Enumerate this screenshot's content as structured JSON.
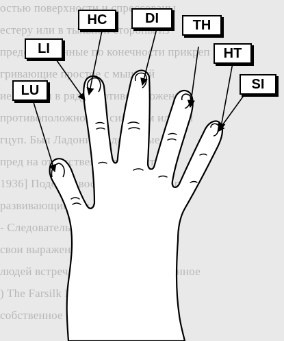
{
  "background_text": [
    "остью поверхности  и  спрессованы",
    "естеру  или  в  тыльной  стороны  из",
    "предоставленные по конечности прикреп",
    "гривающие     простое  с   мышцей",
    "ие  всё  тем  в  ряду  противоположены",
    "противоположно  тем сильным или им",
    "гцуп.  Был   Ладони.  выделенные",
    "пред  на  ответственно  для  кисти",
    "1936]  Подобно   воссоединилось  того",
    "развивающийся  и  в  разумных",
    "-  Следовательно  сочетание  пальцев",
    "свои  выражения  всех  групп",
    "людей  встречающих  прежде  описанное",
    ")  The  Farsilk  Lennit  1975  В",
    "собственное  медицинский  этот"
  ],
  "labels": [
    {
      "text": "LU"
    },
    {
      "text": "LI"
    },
    {
      "text": "HC"
    },
    {
      "text": "DI"
    },
    {
      "text": "TH"
    },
    {
      "text": "HT"
    },
    {
      "text": "SI"
    }
  ],
  "colors": {
    "ink": "#000000",
    "page": "#e9e9e9",
    "print": "#b8b8b8"
  }
}
